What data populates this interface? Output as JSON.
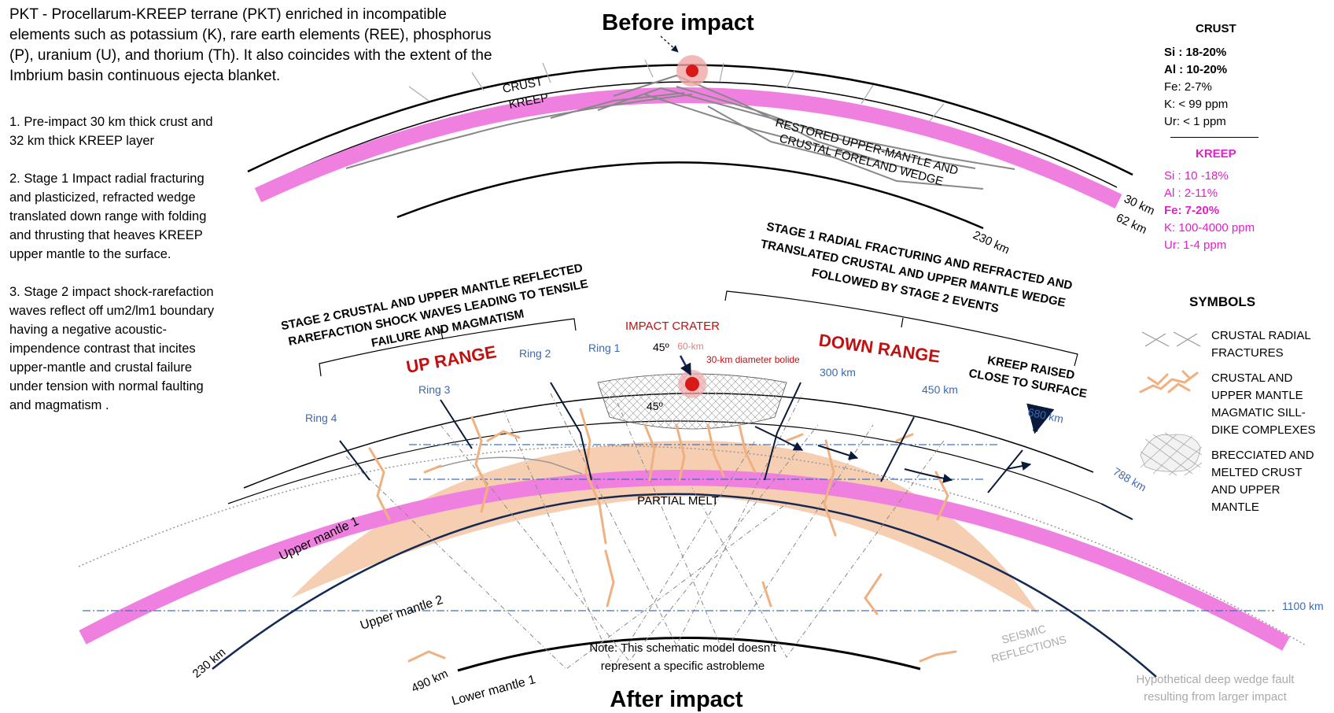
{
  "intro_text": "PKT - Procellarum-KREEP terrane (PKT) enriched in incompatible elements such as potassium (K), rare earth elements (REE), phosphorus (P), uranium (U), and thorium (Th). It also coincides with the extent of the Imbrium basin continuous ejecta blanket.",
  "steps": [
    "1. Pre-impact 30 km thick crust and 32 km thick KREEP layer",
    "2. Stage 1 Impact radial fracturing and plasticized, refracted wedge translated down range  with folding and thrusting that heaves KREEP upper mantle to the surface.",
    "3. Stage 2 impact shock-rarefaction waves reflect off um2/lm1 boundary having a negative acoustic-impendence contrast that incites upper-mantle and crustal failure under tension with normal faulting and magmatism ."
  ],
  "titles": {
    "before": "Before impact",
    "after": "After impact"
  },
  "before_labels": {
    "crust": "CRUST",
    "kreep": "KREEP",
    "restored_1": "RESTORED UPPER-MANTLE AND",
    "restored_2": "CRUSTAL FORELAND WEDGE",
    "d30": "30 km",
    "d62": "62 km",
    "d230": "230 km"
  },
  "legend": {
    "crust_title": "CRUST",
    "crust_items": [
      "Si : 18-20%",
      "Al :  10-20%",
      "Fe:  2-7%",
      "K: < 99 ppm",
      "Ur:  < 1 ppm"
    ],
    "kreep_title": "KREEP",
    "kreep_items": [
      "Si : 10 -18%",
      "Al :  2-11%",
      "Fe:  7-20%",
      "K: 100-4000 ppm",
      "Ur:  1-4 ppm"
    ],
    "symbols_title": "SYMBOLS",
    "symbols": [
      "CRUSTAL RADIAL FRACTURES",
      "CRUSTAL AND UPPER MANTLE MAGMATIC SILL-DIKE COMPLEXES",
      "BRECCIATED AND MELTED CRUST AND UPPER MANTLE"
    ],
    "colors": {
      "kreep": "#f080e0",
      "melt": "#f5c6a5",
      "impact": "#d91818",
      "range_label": "#c01010",
      "ring_label": "#3a6ab5"
    }
  },
  "after_labels": {
    "stage2_1": "STAGE 2 CRUSTAL AND UPPER MANTLE REFLECTED",
    "stage2_2": "RAREFACTION SHOCK WAVES LEADING TO TENSILE",
    "stage2_3": "FAILURE AND MAGMATISM",
    "stage1_1": "STAGE 1 RADIAL FRACTURING AND REFRACTED AND",
    "stage1_2": "TRANSLATED CRUSTAL AND UPPER MANTLE WEDGE",
    "stage1_3": "FOLLOWED BY STAGE 2 EVENTS",
    "up_range": "UP RANGE",
    "down_range": "DOWN RANGE",
    "impact_crater": "IMPACT CRATER",
    "angle": "45º",
    "d60": "60-km",
    "bolide": "30-km diameter bolide",
    "rings": [
      "Ring 1",
      "Ring 2",
      "Ring 3",
      "Ring 4"
    ],
    "down_distances": [
      "300 km",
      "450 km",
      "680 km",
      "788 km"
    ],
    "kreep_raised_1": "KREEP RAISED",
    "kreep_raised_2": "CLOSE TO SURFACE",
    "partial_melt": "PARTIAL MELT",
    "upper_mantle_1": "Upper mantle 1",
    "upper_mantle_2": "Upper mantle 2",
    "lower_mantle_1": "Lower mantle 1",
    "d230": "230 km",
    "d490": "490 km",
    "d1100": "1100 km",
    "seismic_1": "SEISMIC",
    "seismic_2": "REFLECTIONS",
    "note_1": "Note: This schematic model doesn’t",
    "note_2": "represent a specific astrobleme",
    "hypo_1": "Hypothetical deep wedge fault",
    "hypo_2": "resulting from larger impact"
  }
}
